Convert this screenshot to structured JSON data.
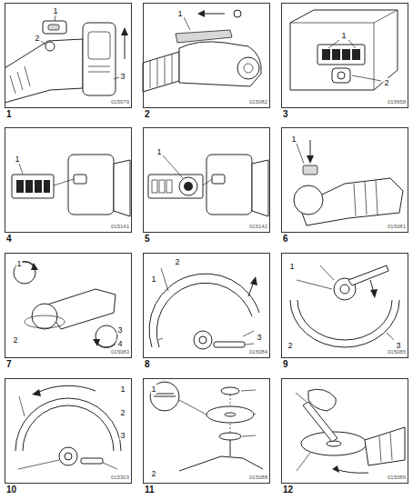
{
  "diagram": {
    "nodes": [
      {
        "text": [
          "1",
          "015079"
        ]
      },
      {
        "text": [
          "2",
          "015082"
        ]
      },
      {
        "text": [
          "3",
          "015658"
        ]
      },
      {
        "text": [
          "4",
          "015141"
        ]
      },
      {
        "text": [
          "5",
          "015142"
        ]
      },
      {
        "text": [
          "6",
          "015081"
        ]
      },
      {
        "text": [
          "7",
          "015083"
        ]
      },
      {
        "text": [
          "8",
          "015084"
        ]
      },
      {
        "text": [
          "9",
          "015085"
        ]
      },
      {
        "text": [
          "10",
          "015303"
        ]
      },
      {
        "text": [
          "11",
          "015088"
        ]
      },
      {
        "text": [
          "12",
          "015089"
        ]
      }
    ],
    "labels": [
      "1",
      "2",
      "3",
      "1",
      "1",
      "2",
      "1",
      "1",
      "1",
      "1",
      "2",
      "3",
      "4",
      "2",
      "1",
      "3",
      "1",
      "2",
      "3",
      "1",
      "2",
      "3",
      "1",
      "2"
    ]
  }
}
